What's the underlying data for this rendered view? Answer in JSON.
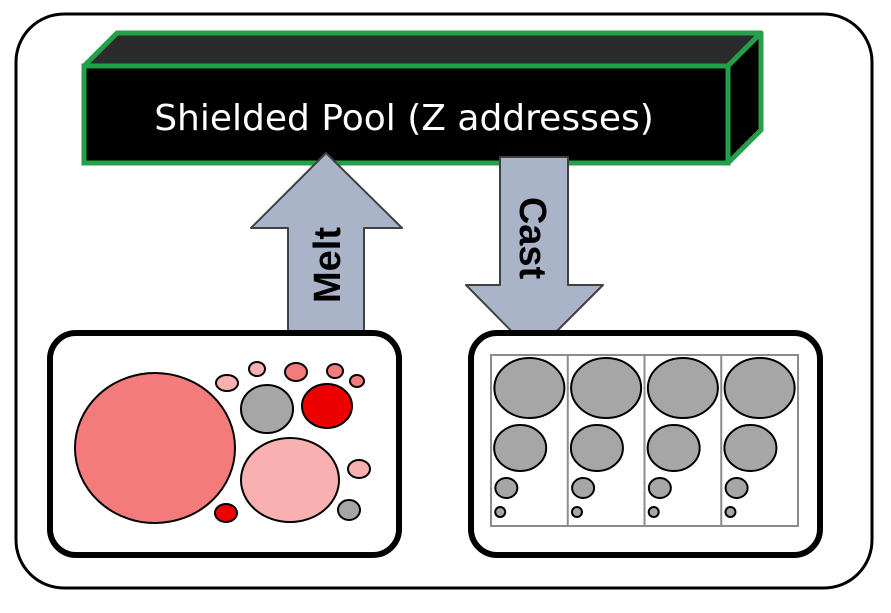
{
  "pool": {
    "label": "Shielded Pool (Z addresses)",
    "border_color": "#22a04a",
    "top_face_color": "#2b2b2b",
    "front_face_color": "#000000"
  },
  "arrows": {
    "melt_label": "Melt",
    "cast_label": "Cast",
    "fill_color": "#a9b4c8"
  },
  "colors": {
    "light_pink": "#f8b0b0",
    "salmon": "#f47b7b",
    "red": "#ee0000",
    "gray": "#a6a6a6"
  },
  "melt_coins": [
    {
      "color": "salmon"
    },
    {
      "color": "light_pink"
    },
    {
      "color": "gray"
    },
    {
      "color": "red"
    },
    {
      "color": "light_pink"
    },
    {
      "color": "salmon"
    },
    {
      "color": "salmon"
    },
    {
      "color": "salmon"
    },
    {
      "color": "light_pink"
    },
    {
      "color": "light_pink"
    },
    {
      "color": "red"
    },
    {
      "color": "gray"
    }
  ],
  "cast_columns": 4,
  "cast_coin_tiers": 4
}
